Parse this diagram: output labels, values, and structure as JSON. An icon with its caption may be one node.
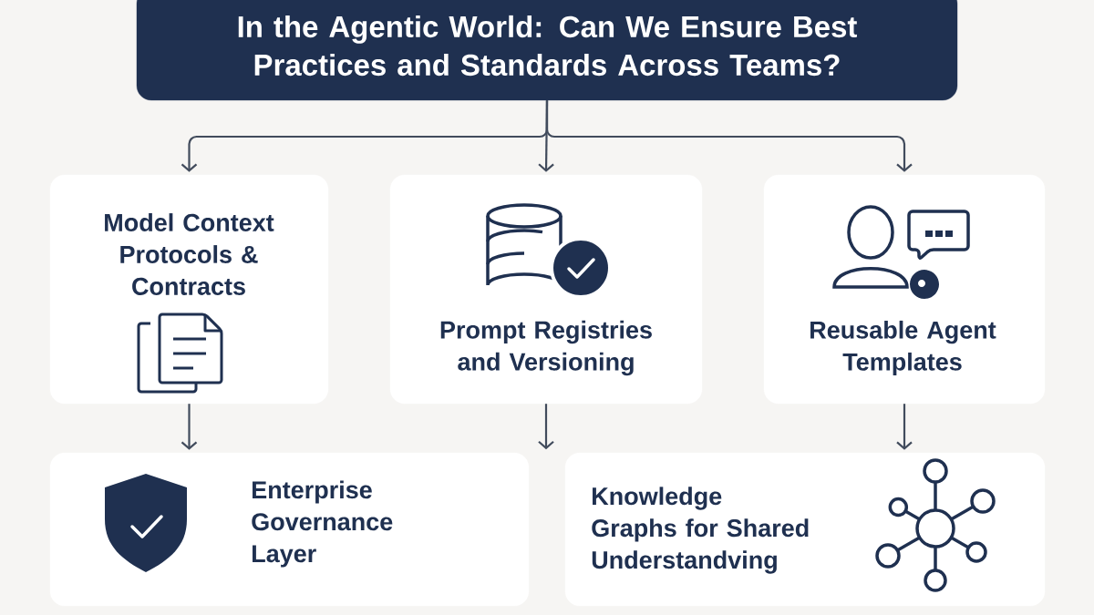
{
  "diagram": {
    "nodes": [
      {
        "text": [
          "In the Agentic World: Can We Ensure Best Practices and Standards Across Teams?"
        ]
      },
      {
        "text": [
          "Model Context Protocols & Contracts"
        ]
      },
      {
        "text": [
          "Prompt Registries and Versioning"
        ]
      },
      {
        "text": [
          "Reusable Agent Templates"
        ]
      },
      {
        "text": [
          "Enterprise Governance Layer"
        ]
      },
      {
        "text": [
          "Knowledge Graphs for Shared Understandving"
        ]
      }
    ],
    "edges": [
      {
        "from": 0,
        "to": 1,
        "arrow": "to"
      },
      {
        "from": 0,
        "to": 2,
        "arrow": "to"
      },
      {
        "from": 0,
        "to": 3,
        "arrow": "to"
      },
      {
        "from": 1,
        "to": 4,
        "arrow": "to"
      },
      {
        "from": 2,
        "to": null,
        "arrow": "to"
      },
      {
        "from": 3,
        "to": 5,
        "arrow": "to"
      }
    ]
  }
}
